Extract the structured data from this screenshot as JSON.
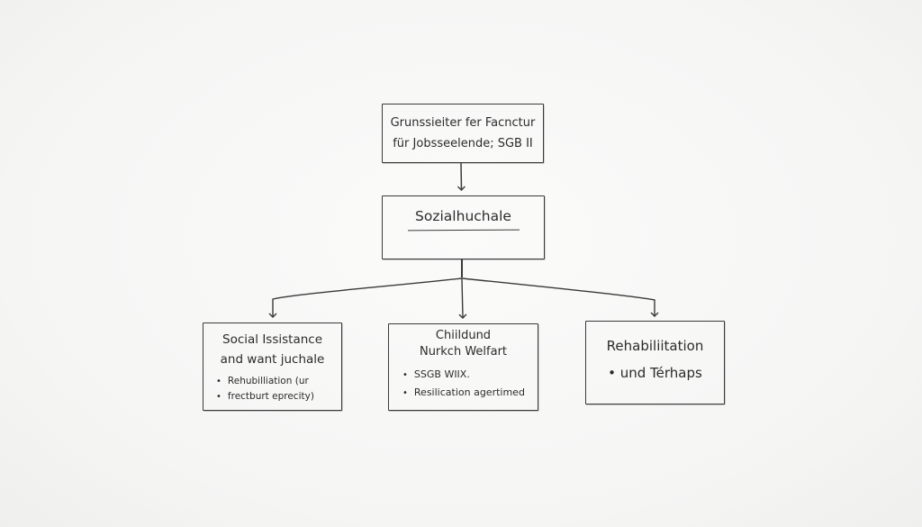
{
  "diagram": {
    "root": {
      "lines": [
        "Grunssieiter fer Facnctur",
        "für Jobsseelende; SGB II"
      ]
    },
    "middle": {
      "title": "Sozialhuchale"
    },
    "children": {
      "left": {
        "title_lines": [
          "Social Issistance",
          "and want juchale"
        ],
        "bullets": [
          "Rehubilliation (ur",
          "frectburt eprecity)"
        ]
      },
      "center": {
        "title_lines": [
          "Chiildund",
          "Nurkch Welfart"
        ],
        "bullets": [
          "SSGB WIIX.",
          "Resilication agertimed"
        ]
      },
      "right": {
        "title_lines": [
          "Rehabiliitation",
          "• und Térhaps"
        ]
      }
    },
    "bullet_glyph": "•",
    "stroke_color": "#3a3a3a",
    "background_color": "#f7f7f6"
  }
}
